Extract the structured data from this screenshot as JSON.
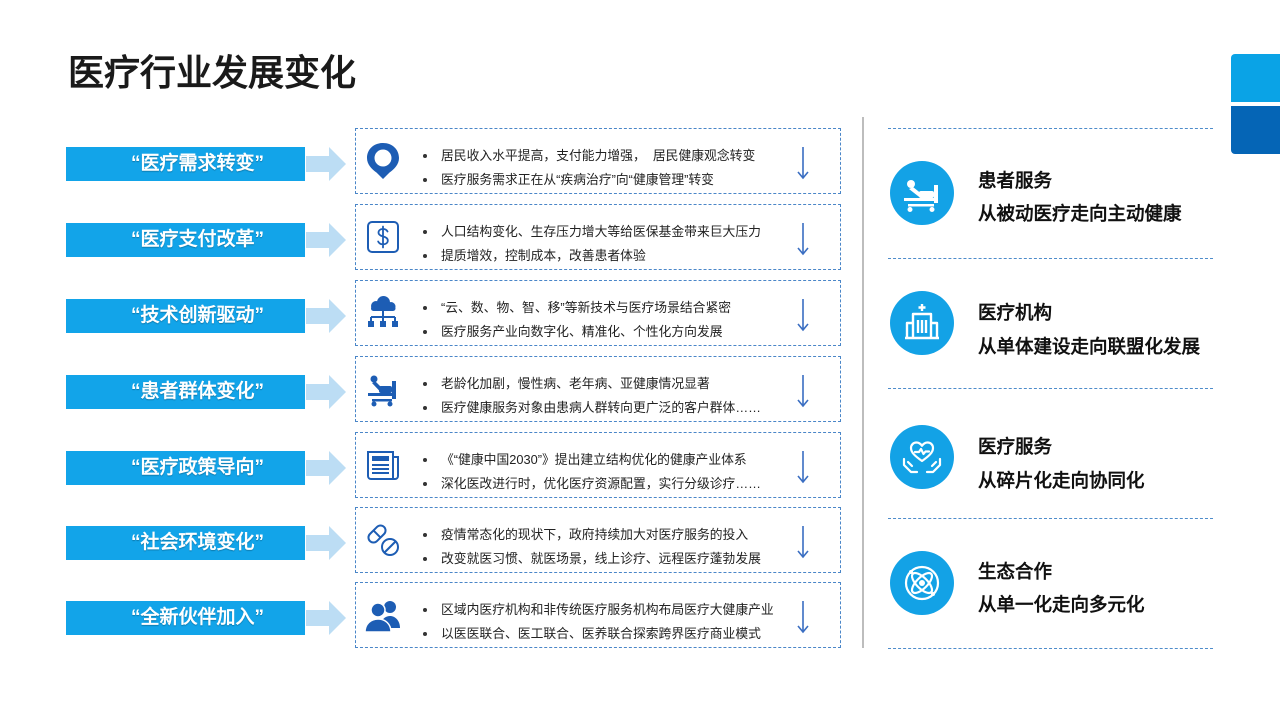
{
  "title": "医疗行业发展变化",
  "colors": {
    "label_bg": "#12A4E9",
    "arrow": "#BCDDF4",
    "icon": "#1D5DB4",
    "circle": "#13A2E6",
    "tab_light": "#0AA3E6",
    "tab_dark": "#0565B6",
    "box_border": "#4A86C8"
  },
  "drivers": [
    {
      "label": "“医疗需求转变”",
      "icon": "location-pin-icon",
      "bullets": [
        "居民收入水平提高，支付能力增强，  居民健康观念转变",
        "医疗服务需求正在从“疾病治疗”向“健康管理”转变"
      ]
    },
    {
      "label": "“医疗支付改革”",
      "icon": "dollar-icon",
      "bullets": [
        "人口结构变化、生存压力增大等给医保基金带来巨大压力",
        "提质增效，控制成本，改善患者体验"
      ]
    },
    {
      "label": "“技术创新驱动”",
      "icon": "cloud-network-icon",
      "bullets": [
        "“云、数、物、智、移”等新技术与医疗场景结合紧密",
        "医疗服务产业向数字化、精准化、个性化方向发展"
      ]
    },
    {
      "label": "“患者群体变化”",
      "icon": "patient-bed-icon",
      "bullets": [
        "老龄化加剧，慢性病、老年病、亚健康情况显著",
        "医疗健康服务对象由患病人群转向更广泛的客户群体……"
      ]
    },
    {
      "label": "“医疗政策导向”",
      "icon": "newspaper-icon",
      "bullets": [
        "《“健康中国2030”》提出建立结构优化的健康产业体系",
        "深化医改进行时，优化医疗资源配置，实行分级诊疗……"
      ]
    },
    {
      "label": "“社会环境变化”",
      "icon": "pills-icon",
      "bullets": [
        "疫情常态化的现状下，政府持续加大对医疗服务的投入",
        "改变就医习惯、就医场景，线上诊疗、远程医疗蓬勃发展"
      ]
    },
    {
      "label": "“全新伙伴加入”",
      "icon": "people-icon",
      "bullets": [
        "区域内医疗机构和非传统医疗服务机构布局医疗大健康产业",
        "以医医联合、医工联合、医养联合探索跨界医疗商业模式"
      ]
    }
  ],
  "outcomes": [
    {
      "icon": "patient-bed-icon",
      "title": "患者服务",
      "subtitle": "从被动医疗走向主动健康"
    },
    {
      "icon": "hospital-icon",
      "title": "医疗机构",
      "subtitle": "从单体建设走向联盟化发展"
    },
    {
      "icon": "heart-hands-icon",
      "title": "医疗服务",
      "subtitle": "从碎片化走向协同化"
    },
    {
      "icon": "atom-icon",
      "title": "生态合作",
      "subtitle": "从单一化走向多元化"
    }
  ]
}
